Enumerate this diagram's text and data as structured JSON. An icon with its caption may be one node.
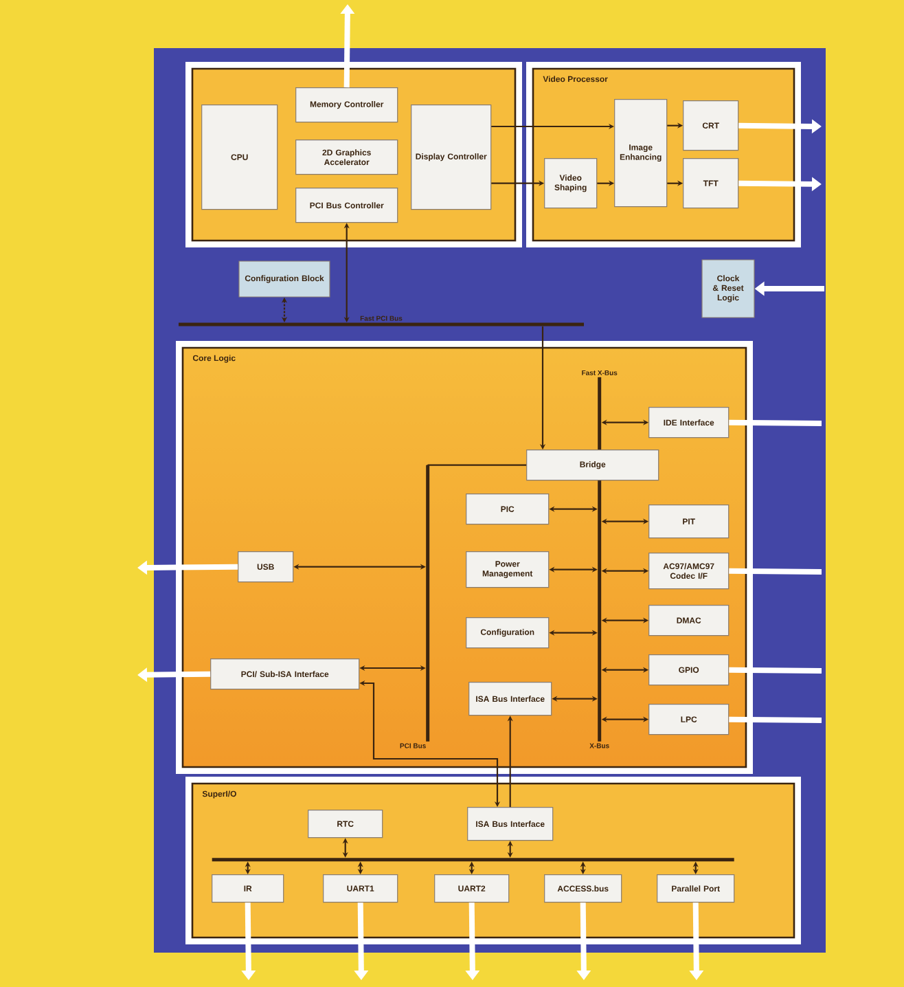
{
  "diagram": {
    "nodes": [
      {
        "text": [],
        "shape": "box"
      },
      {
        "text": [
          "CPU"
        ],
        "in": 0
      },
      {
        "text": [
          "Memory Controller"
        ],
        "in": 0
      },
      {
        "text": [
          "2D Graphics Accelerator"
        ],
        "in": 0
      },
      {
        "text": [
          "PCI Bus Controller"
        ],
        "in": 0
      },
      {
        "text": [
          "Display Controller"
        ],
        "in": 0
      },
      {
        "text": [
          "Video Processor"
        ]
      },
      {
        "text": [
          "Video Shaping"
        ],
        "in": 6
      },
      {
        "text": [
          "Image Enhancing"
        ],
        "in": 6
      },
      {
        "text": [
          "CRT"
        ],
        "in": 6
      },
      {
        "text": [
          "TFT"
        ],
        "in": 6
      },
      {
        "text": [
          "Configuration Block"
        ]
      },
      {
        "text": [
          "Clock & Reset Logic"
        ]
      },
      {
        "text": [
          "Fast PCI Bus"
        ]
      },
      {
        "text": [
          "Core Logic"
        ]
      },
      {
        "text": [
          "Fast X-Bus",
          "X-Bus"
        ],
        "in": 14
      },
      {
        "text": [
          "IDE Interface"
        ],
        "in": 14
      },
      {
        "text": [
          "Bridge"
        ],
        "in": 14
      },
      {
        "text": [
          "PIC"
        ],
        "in": 14
      },
      {
        "text": [
          "PIT"
        ],
        "in": 14
      },
      {
        "text": [
          "USB"
        ],
        "in": 14
      },
      {
        "text": [
          "Power Management"
        ],
        "in": 14
      },
      {
        "text": [
          "AC97/AMC97 Codec I/F"
        ],
        "in": 14
      },
      {
        "text": [
          "DMAC"
        ],
        "in": 14
      },
      {
        "text": [
          "Configuration"
        ],
        "in": 14
      },
      {
        "text": [
          "GPIO"
        ],
        "in": 14
      },
      {
        "text": [
          "PCI/ Sub-ISA Interface"
        ],
        "in": 14
      },
      {
        "text": [
          "ISA Bus Interface"
        ],
        "in": 14
      },
      {
        "text": [
          "LPC"
        ],
        "in": 14
      },
      {
        "text": [
          "PCI Bus"
        ],
        "in": 14
      },
      {
        "text": [
          "SuperI/O"
        ]
      },
      {
        "text": [
          "RTC"
        ],
        "in": 30
      },
      {
        "text": [
          "ISA Bus Interface"
        ],
        "in": 30
      },
      {
        "text": [],
        "shape": "bar",
        "in": 30
      },
      {
        "text": [
          "IR"
        ],
        "in": 30
      },
      {
        "text": [
          "UART1"
        ],
        "in": 30
      },
      {
        "text": [
          "UART2"
        ],
        "in": 30
      },
      {
        "text": [
          "ACCESS.bus"
        ],
        "in": 30
      },
      {
        "text": [
          "Parallel Port"
        ],
        "in": 30
      }
    ],
    "edges": [
      {
        "from": 2,
        "to": null,
        "arrow": "to",
        "style": "thick",
        "color": "#ffffff"
      },
      {
        "from": 5,
        "to": 8,
        "arrow": "to"
      },
      {
        "from": 5,
        "to": 7,
        "arrow": "to"
      },
      {
        "from": 7,
        "to": 8,
        "arrow": "to"
      },
      {
        "from": 8,
        "to": 9,
        "arrow": "to"
      },
      {
        "from": 8,
        "to": 10,
        "arrow": "to"
      },
      {
        "from": 9,
        "to": null,
        "arrow": "to",
        "style": "thick",
        "color": "#ffffff"
      },
      {
        "from": 10,
        "to": null,
        "arrow": "to",
        "style": "thick",
        "color": "#ffffff"
      },
      {
        "from": null,
        "to": 12,
        "arrow": "to",
        "style": "thick",
        "color": "#ffffff"
      },
      {
        "from": 4,
        "to": 13,
        "arrow": "both"
      },
      {
        "from": 11,
        "to": 13,
        "arrow": "both",
        "style": "dashed"
      },
      {
        "from": 13,
        "to": 17,
        "arrow": "to"
      },
      {
        "from": 15,
        "to": 16,
        "arrow": "both"
      },
      {
        "from": 16,
        "to": null,
        "arrow": "none",
        "style": "thick",
        "color": "#ffffff"
      },
      {
        "from": 17,
        "to": 29,
        "arrow": "none"
      },
      {
        "from": 18,
        "to": 15,
        "arrow": "both"
      },
      {
        "from": 15,
        "to": 19,
        "arrow": "both"
      },
      {
        "from": 20,
        "to": 29,
        "arrow": "both"
      },
      {
        "from": 20,
        "to": null,
        "arrow": "to",
        "style": "thick",
        "color": "#ffffff"
      },
      {
        "from": 21,
        "to": 15,
        "arrow": "both"
      },
      {
        "from": 15,
        "to": 22,
        "arrow": "both"
      },
      {
        "from": 22,
        "to": null,
        "arrow": "none",
        "style": "thick",
        "color": "#ffffff"
      },
      {
        "from": 15,
        "to": 23,
        "arrow": "both"
      },
      {
        "from": 24,
        "to": 15,
        "arrow": "both"
      },
      {
        "from": 15,
        "to": 25,
        "arrow": "both"
      },
      {
        "from": 25,
        "to": null,
        "arrow": "none",
        "style": "thick",
        "color": "#ffffff"
      },
      {
        "from": 26,
        "to": 29,
        "arrow": "both"
      },
      {
        "from": 26,
        "to": null,
        "arrow": "to",
        "style": "thick",
        "color": "#ffffff"
      },
      {
        "from": 26,
        "to": 32,
        "arrow": "both"
      },
      {
        "from": 27,
        "to": 15,
        "arrow": "both"
      },
      {
        "from": 15,
        "to": 28,
        "arrow": "both"
      },
      {
        "from": 28,
        "to": null,
        "arrow": "none",
        "style": "thick",
        "color": "#ffffff"
      },
      {
        "from": 32,
        "to": 27,
        "arrow": "to"
      },
      {
        "from": 31,
        "to": 33,
        "arrow": "both"
      },
      {
        "from": 32,
        "to": 33,
        "arrow": "both"
      },
      {
        "from": 33,
        "to": 34,
        "arrow": "both"
      },
      {
        "from": 33,
        "to": 35,
        "arrow": "both"
      },
      {
        "from": 33,
        "to": 36,
        "arrow": "both"
      },
      {
        "from": 33,
        "to": 37,
        "arrow": "both"
      },
      {
        "from": 33,
        "to": 38,
        "arrow": "both"
      },
      {
        "from": 34,
        "to": null,
        "arrow": "to",
        "style": "thick",
        "color": "#ffffff"
      },
      {
        "from": 35,
        "to": null,
        "arrow": "to",
        "style": "thick",
        "color": "#ffffff"
      },
      {
        "from": 36,
        "to": null,
        "arrow": "to",
        "style": "thick",
        "color": "#ffffff"
      },
      {
        "from": 37,
        "to": null,
        "arrow": "to",
        "style": "thick",
        "color": "#ffffff"
      },
      {
        "from": 38,
        "to": null,
        "arrow": "to",
        "style": "thick",
        "color": "#ffffff"
      }
    ]
  }
}
